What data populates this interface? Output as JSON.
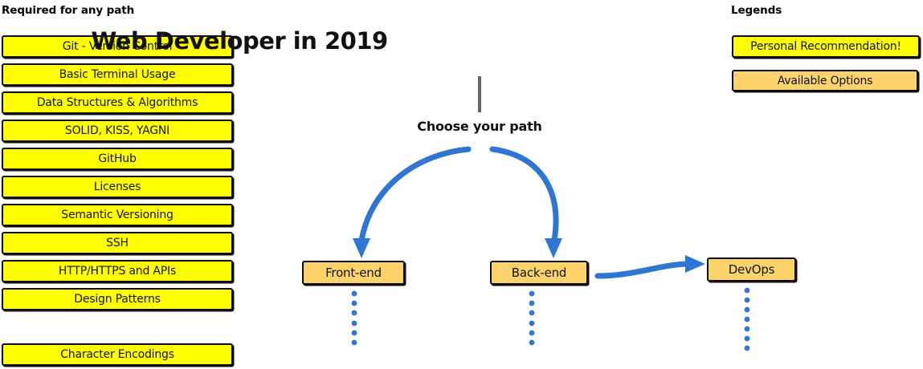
{
  "diagram": {
    "title": "Web Developer in 2019",
    "subtitle": "Choose your path"
  },
  "required_section": {
    "heading": "Required for any path",
    "items": [
      {
        "label": "Git - Version Control"
      },
      {
        "label": "Basic Terminal Usage"
      },
      {
        "label": "Data Structures & Algorithms"
      },
      {
        "label": "SOLID, KISS, YAGNI"
      },
      {
        "label": "GitHub"
      },
      {
        "label": "Licenses"
      },
      {
        "label": "Semantic Versioning"
      },
      {
        "label": "SSH"
      },
      {
        "label": "HTTP/HTTPS and APIs"
      },
      {
        "label": "Design Patterns"
      },
      {
        "label": "Character Encodings"
      }
    ]
  },
  "legends_section": {
    "heading": "Legends",
    "items": [
      {
        "label": "Personal Recommendation!",
        "style": "box-yellow"
      },
      {
        "label": "Available Options",
        "style": "box-tan"
      }
    ]
  },
  "paths": [
    {
      "label": "Front-end"
    },
    {
      "label": "Back-end"
    },
    {
      "label": "DevOps"
    }
  ],
  "colors": {
    "recommendation_yellow": "#ffff00",
    "available_tan": "#fbd36a",
    "arrow_blue": "#2e75d4",
    "stem_gray": "#666666",
    "outline_black": "#0d0d0d"
  },
  "icons": {
    "branch_arrow_left": "curved-arrow-down-left-icon",
    "branch_arrow_right": "curved-arrow-down-right-icon",
    "devops_arrow": "curved-arrow-right-icon",
    "continuation_dots": "vertical-dots-icon"
  }
}
